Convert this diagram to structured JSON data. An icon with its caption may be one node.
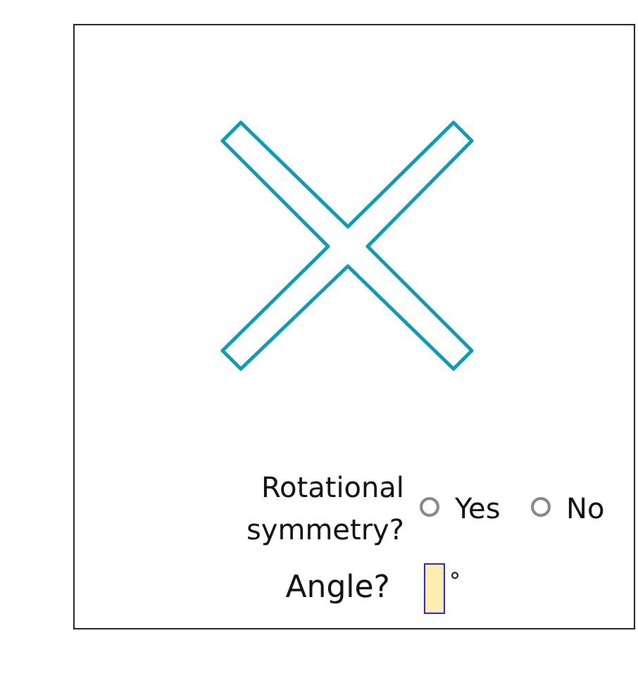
{
  "diagram": {
    "labels": [
      "Rotational symmetry?",
      "Yes",
      "No",
      "Angle?",
      "°"
    ]
  }
}
